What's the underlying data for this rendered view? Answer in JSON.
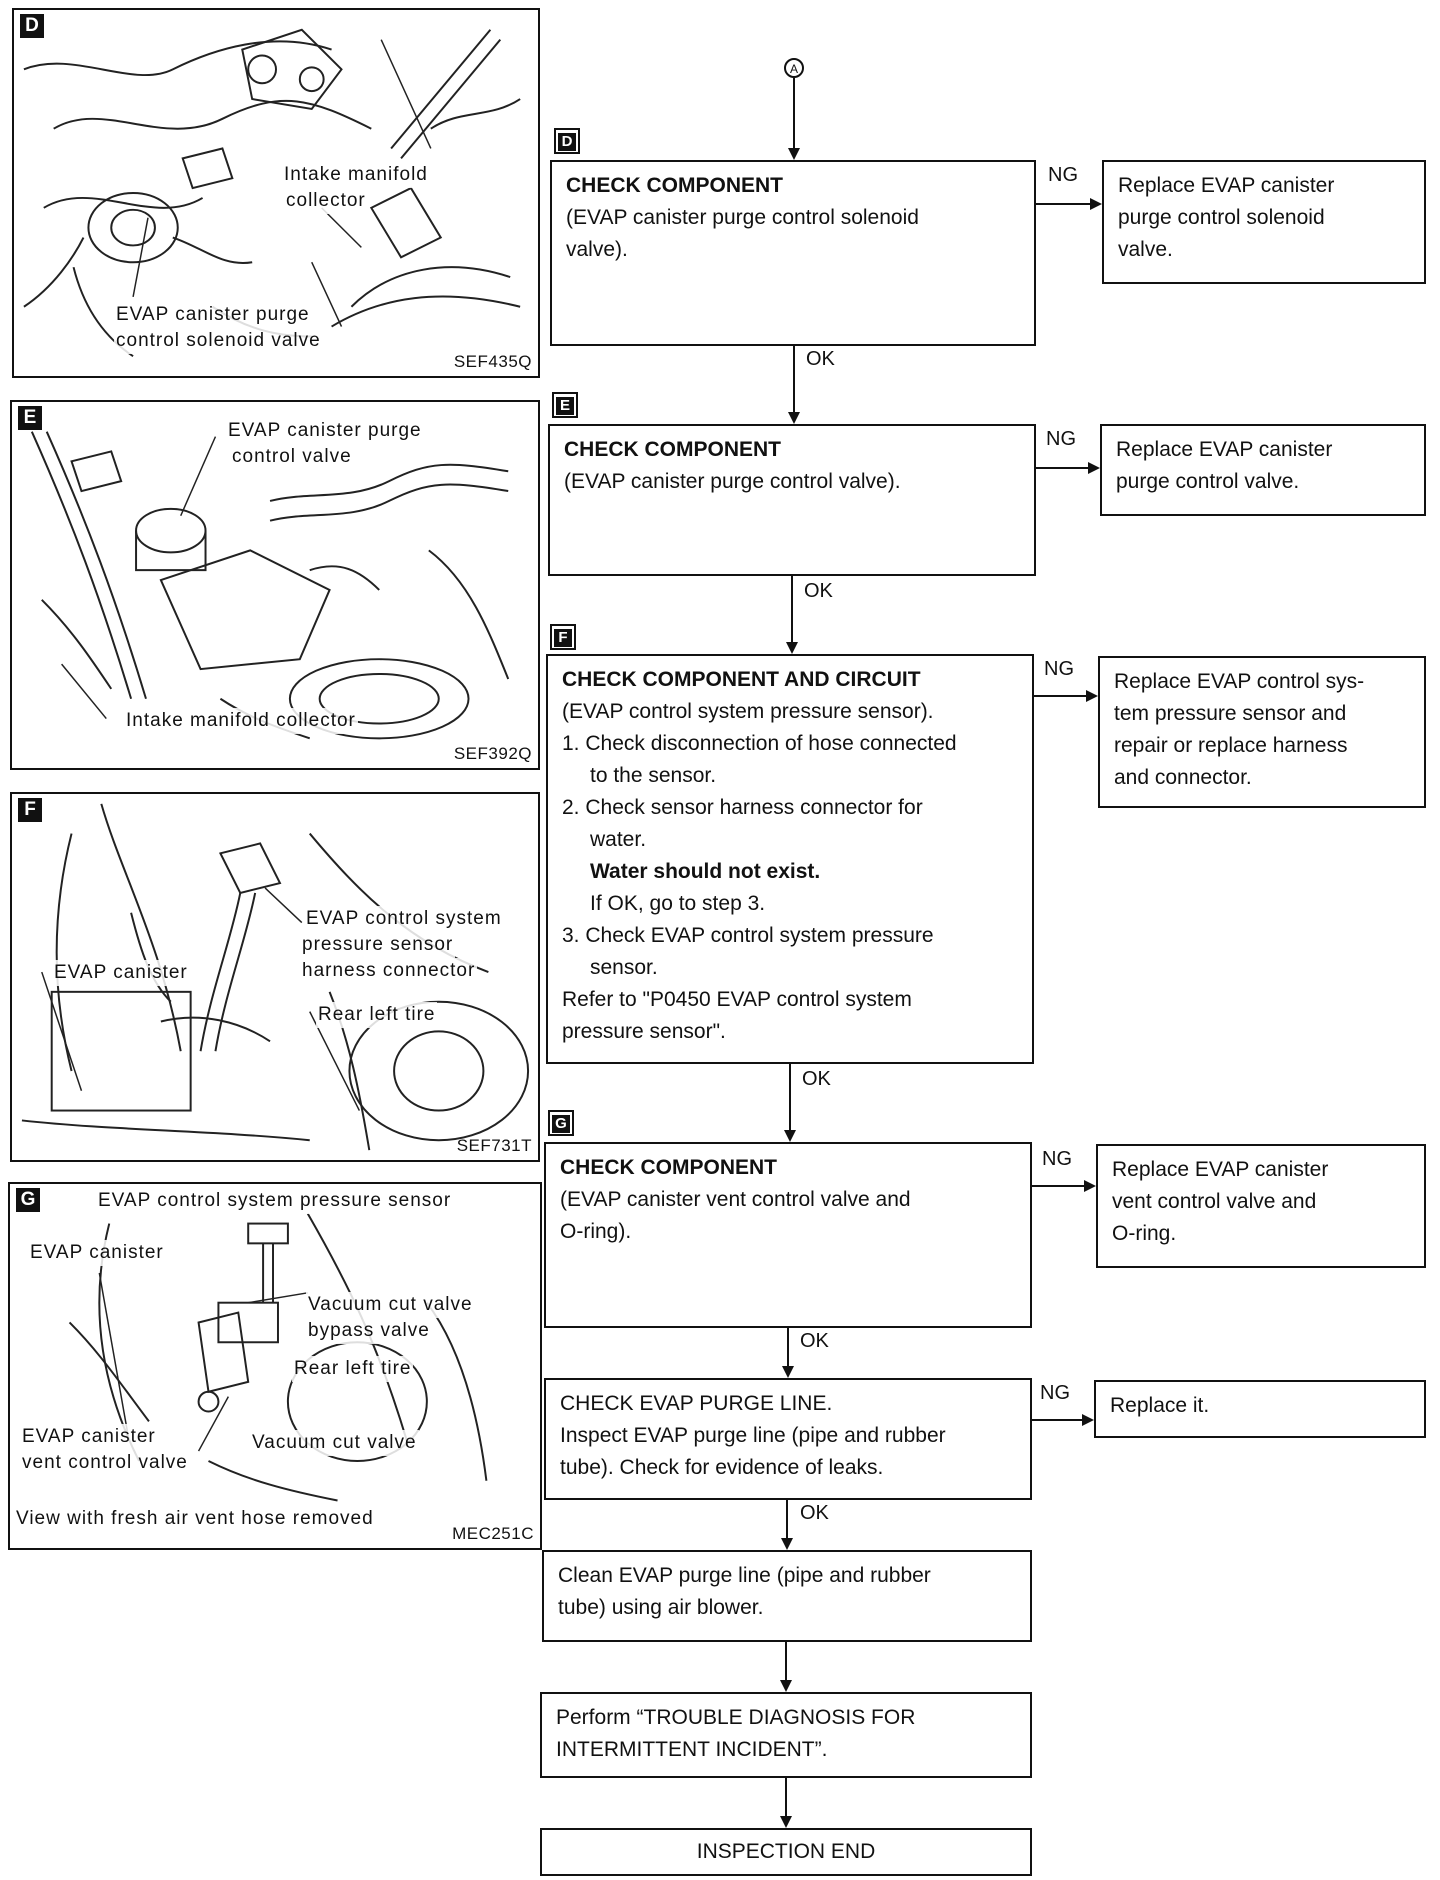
{
  "panels": {
    "d": {
      "letter": "D",
      "callouts": [
        "Intake manifold",
        "collector",
        "EVAP canister purge",
        "control solenoid valve"
      ],
      "code": "SEF435Q"
    },
    "e": {
      "letter": "E",
      "callouts": [
        "EVAP canister purge",
        "control valve",
        "Intake manifold collector"
      ],
      "code": "SEF392Q"
    },
    "f": {
      "letter": "F",
      "callouts": [
        "EVAP control system",
        "pressure sensor",
        "harness connector",
        "EVAP canister",
        "Rear left tire"
      ],
      "code": "SEF731T"
    },
    "g": {
      "letter": "G",
      "callouts": [
        "EVAP control system pressure sensor",
        "EVAP canister",
        "Vacuum cut valve",
        "bypass valve",
        "Rear left tire",
        "EVAP canister",
        "vent control valve",
        "Vacuum cut valve",
        "View with fresh air vent hose removed"
      ],
      "code": "MEC251C"
    }
  },
  "flow": {
    "start_connector": "A",
    "ok_label": "OK",
    "ng_label": "NG",
    "steps": [
      {
        "letter": "D",
        "title": "CHECK COMPONENT",
        "lines": [
          "(EVAP canister purge control solenoid",
          "valve)."
        ],
        "ng_action": [
          "Replace EVAP canister",
          "purge control solenoid",
          "valve."
        ]
      },
      {
        "letter": "E",
        "title": "CHECK COMPONENT",
        "lines": [
          "(EVAP canister purge control valve)."
        ],
        "ng_action": [
          "Replace EVAP canister",
          "purge control valve."
        ]
      },
      {
        "letter": "F",
        "title": "CHECK COMPONENT AND CIRCUIT",
        "lines": [
          "(EVAP control system pressure sensor).",
          "1. Check disconnection of hose connected",
          "to the sensor.",
          "2. Check sensor harness connector for",
          "water.",
          "Water should not exist.",
          "If OK, go to step 3.",
          "3. Check EVAP control system pressure",
          "sensor.",
          "Refer to \"P0450 EVAP control system",
          "pressure sensor\"."
        ],
        "ng_action": [
          "Replace EVAP control sys-",
          "tem pressure sensor and",
          "repair or replace harness",
          "and connector."
        ]
      },
      {
        "letter": "G",
        "title": "CHECK COMPONENT",
        "lines": [
          "(EVAP canister vent control valve and",
          "O-ring)."
        ],
        "ng_action": [
          "Replace EVAP canister",
          "vent control valve and",
          "O-ring."
        ]
      },
      {
        "title": "CHECK EVAP PURGE LINE.",
        "lines": [
          "Inspect EVAP purge line (pipe and rubber",
          "tube). Check for evidence of leaks."
        ],
        "ng_action": [
          "Replace it."
        ]
      },
      {
        "lines": [
          "Clean EVAP purge line (pipe and rubber",
          "tube) using air blower."
        ]
      },
      {
        "lines": [
          "Perform “TROUBLE DIAGNOSIS FOR",
          "INTERMITTENT INCIDENT”."
        ]
      },
      {
        "lines": [
          "INSPECTION END"
        ]
      }
    ]
  }
}
